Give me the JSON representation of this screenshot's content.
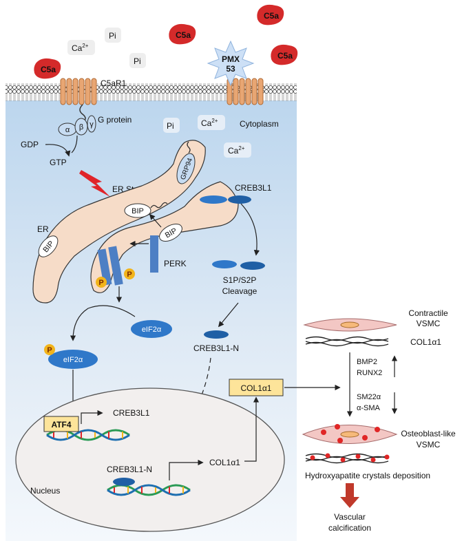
{
  "extracellular": {
    "c5a": "C5a",
    "ca": "Ca",
    "ca_sup": "2+",
    "pi": "Pi",
    "pmx_line1": "PMX",
    "pmx_line2": "53"
  },
  "membrane": {
    "receptor_label": "C5aR1"
  },
  "cytoplasm": {
    "label": "Cytoplasm",
    "ca": "Ca",
    "ca_sup": "2+",
    "pi": "Pi"
  },
  "gprotein": {
    "label": "G protein",
    "alpha": "α",
    "beta": "β",
    "gamma": "γ",
    "gdp": "GDP",
    "gtp": "GTP"
  },
  "er": {
    "label": "ER",
    "stress": "ER Stress",
    "grp94": "GRP94",
    "bip": "BIP",
    "perk": "PERK",
    "p": "P"
  },
  "creb": {
    "label": "CREB3L1",
    "cleavage_line1": "S1P/S2P",
    "cleavage_line2": "Cleavage",
    "n_label": "CREB3L1-N"
  },
  "eif": {
    "label": "eIF2α",
    "p": "P"
  },
  "nucleus": {
    "label": "Nucleus",
    "atf4": "ATF4",
    "creb_target": "CREB3L1",
    "creb_n": "CREB3L1-N",
    "col_target": "COL1α1"
  },
  "col_box": "COL1α1",
  "vsmc": {
    "contractile_line1": "Contractile",
    "contractile_line2": "VSMC",
    "col": "COL1α1",
    "bmp2": "BMP2",
    "runx2": "RUNX2",
    "sm22": "SM22α",
    "asma": "α-SMA",
    "osteo_line1": "Osteoblast-like",
    "osteo_line2": "VSMC",
    "hydroxy": "Hydroxyapatite crystals deposition",
    "vc_line1": "Vascular",
    "vc_line2": "calcification"
  },
  "colors": {
    "c5a_red": "#d42a2a",
    "receptor_orange": "#e8a673",
    "cell_blue_top": "#c6dcf0",
    "er_fill": "#f6dcc8",
    "blue_protein": "#2f78c9",
    "perk_blue": "#4d7fc4",
    "phospho_yellow": "#f2b41b",
    "atf4_box": "#fde49a",
    "col_box": "#fde49a",
    "nucleus_fill": "#f2efee",
    "vsmc_pink": "#f3c7c4",
    "dot_red": "#e02626",
    "big_arrow": "#c0392b"
  }
}
